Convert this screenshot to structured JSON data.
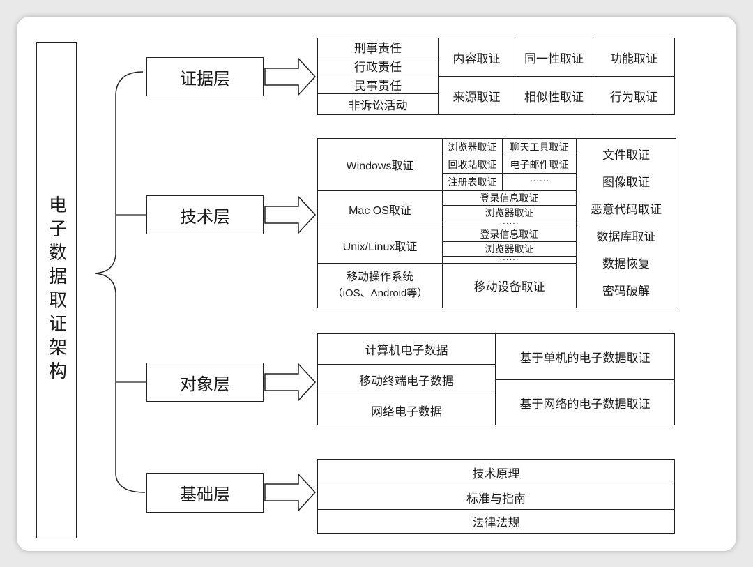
{
  "title": "电子数据取证架构",
  "layers": {
    "evidence": {
      "label": "证据层",
      "responsibilities": [
        "刑事责任",
        "行政责任",
        "民事责任",
        "非诉讼活动"
      ],
      "grid": [
        [
          "内容取证",
          "同一性取证",
          "功能取证"
        ],
        [
          "来源取证",
          "相似性取证",
          "行为取证"
        ]
      ]
    },
    "technical": {
      "label": "技术层",
      "windows": {
        "label": "Windows取证",
        "items": [
          "浏览器取证",
          "聊天工具取证",
          "回收站取证",
          "电子邮件取证",
          "注册表取证",
          "······"
        ]
      },
      "macos": {
        "label": "Mac OS取证",
        "items": [
          "登录信息取证",
          "浏览器取证",
          "······"
        ]
      },
      "unix": {
        "label": "Unix/Linux取证",
        "items": [
          "登录信息取证",
          "浏览器取证",
          "······"
        ]
      },
      "mobile": {
        "label_line1": "移动操作系统",
        "label_line2": "（iOS、Android等）",
        "item": "移动设备取证"
      },
      "general": [
        "文件取证",
        "图像取证",
        "恶意代码取证",
        "数据库取证",
        "数据恢复",
        "密码破解"
      ]
    },
    "object": {
      "label": "对象层",
      "data_types": [
        "计算机电子数据",
        "移动终端电子数据",
        "网络电子数据"
      ],
      "methods": [
        "基于单机的电子数据取证",
        "基于网络的电子数据取证"
      ]
    },
    "foundation": {
      "label": "基础层",
      "items": [
        "技术原理",
        "标准与指南",
        "法律法规"
      ]
    }
  }
}
